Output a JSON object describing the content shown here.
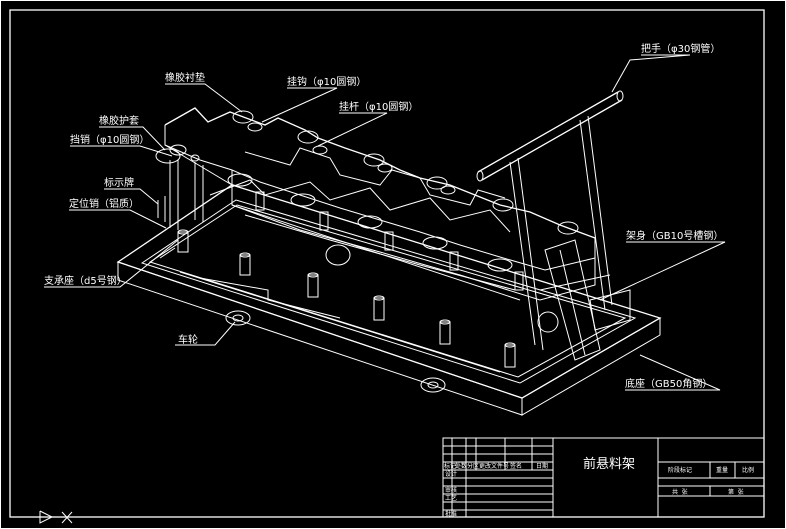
{
  "drawing": {
    "title": "前悬料架",
    "labels": {
      "rubber_pad": "橡胶衬垫",
      "hook_top": "挂钩（φ10圆钢）",
      "hook_bar": "挂杆（φ10圆钢）",
      "rubber_sleeve": "橡胶护套",
      "stop_pin": "挡销（φ10圆钢）",
      "sign_plate": "标示牌",
      "locating_pin": "定位销（铝质）",
      "support_seat": "支承座（d5号钢）",
      "wheel": "车轮",
      "handle": "把手（φ30钢管）",
      "frame_body": "架身（GB10号槽钢）",
      "base": "底座（GB50角钢）"
    }
  },
  "title_block": {
    "header_cells": [
      "标记",
      "处数",
      "分区",
      "更改文件号",
      "签名",
      "日期"
    ],
    "row_cells": [
      "设计",
      "审核",
      "工艺",
      "批准"
    ],
    "right_top": [
      "阶段标记",
      "重量",
      "比例"
    ],
    "right_bottom": [
      "共 张",
      "第 张"
    ]
  },
  "colors": {
    "background": "#000000",
    "line": "#ffffff"
  }
}
